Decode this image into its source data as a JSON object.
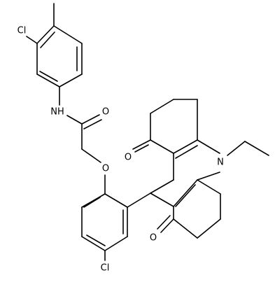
{
  "atoms": {
    "cl_top": "Cl",
    "nh": "NH",
    "o_amide": "O",
    "o_ether": "O",
    "o_ketone_upper": "O",
    "o_ketone_lower": "O",
    "n_ring": "N",
    "cl_bottom": "Cl"
  }
}
